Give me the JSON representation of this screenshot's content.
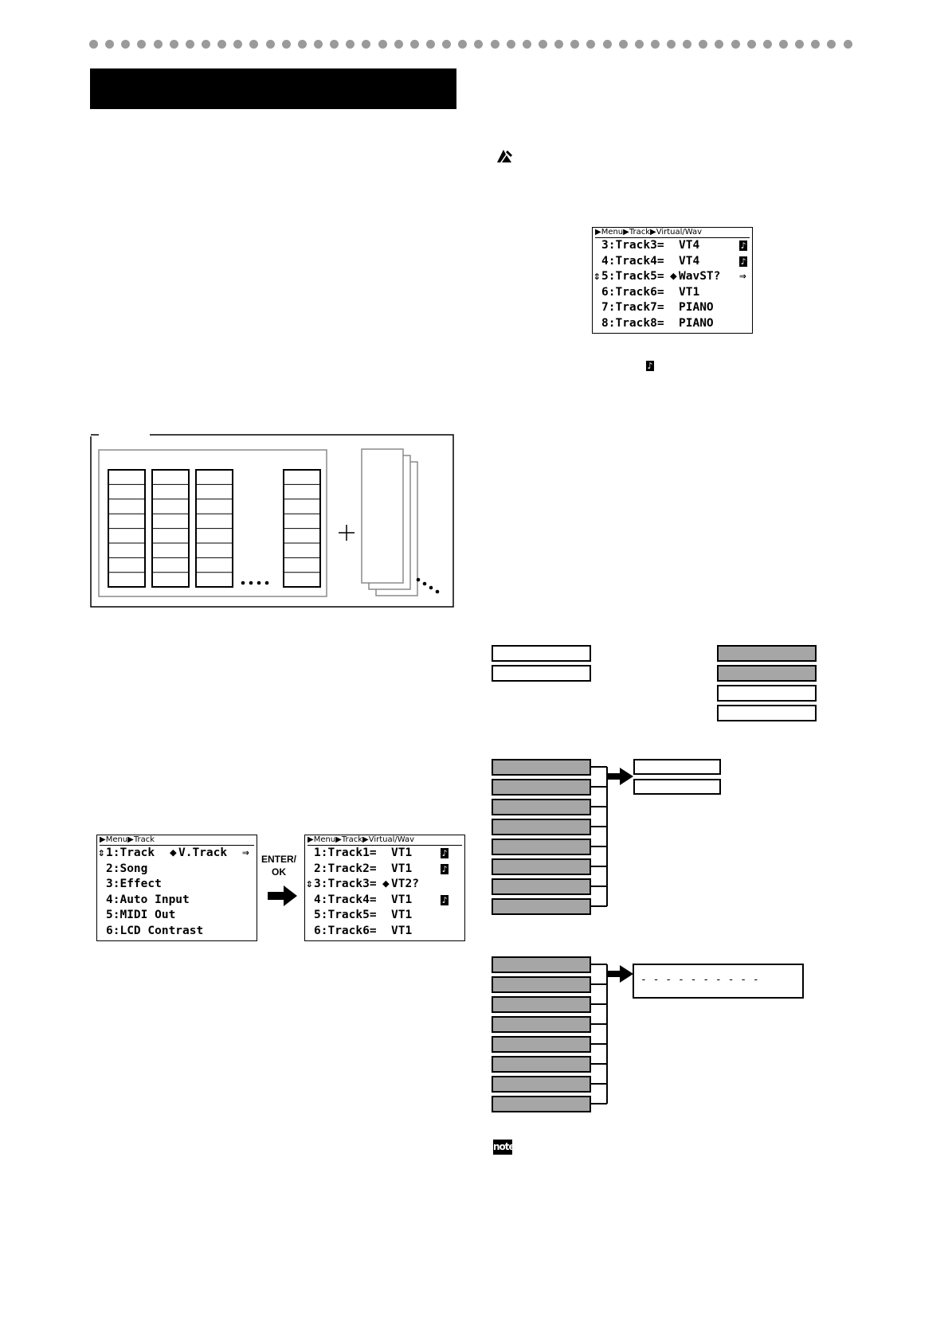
{
  "header": {
    "dot_count": 48
  },
  "lcd_screen_top": {
    "breadcrumb": "▶Menu▶Track▶Virtual/Wav",
    "rows": [
      {
        "marker": "",
        "label": "3:Track3=",
        "value": "VT4",
        "sel": "",
        "suffix": "♪"
      },
      {
        "marker": "",
        "label": "4:Track4=",
        "value": "VT4",
        "sel": "",
        "suffix": "♪"
      },
      {
        "marker": "⇕",
        "label": "5:Track5=",
        "value": "WavST?",
        "sel": "◆",
        "suffix": "⇒"
      },
      {
        "marker": "",
        "label": "6:Track6=",
        "value": "VT1",
        "sel": "",
        "suffix": ""
      },
      {
        "marker": "",
        "label": "7:Track7=",
        "value": "PIANO",
        "sel": "",
        "suffix": ""
      },
      {
        "marker": "",
        "label": "8:Track8=",
        "value": "PIANO",
        "sel": "",
        "suffix": ""
      }
    ]
  },
  "inline_note_glyph": "♪",
  "lcd_screen_menu": {
    "breadcrumb": "▶Menu▶Track",
    "rows": [
      {
        "marker": "⇕",
        "label": "1:Track",
        "value": "V.Track",
        "sel": "◆",
        "suffix": "⇒"
      },
      {
        "marker": "",
        "label": "2:Song",
        "value": "",
        "sel": "",
        "suffix": ""
      },
      {
        "marker": "",
        "label": "3:Effect",
        "value": "",
        "sel": "",
        "suffix": ""
      },
      {
        "marker": "",
        "label": "4:Auto Input",
        "value": "",
        "sel": "",
        "suffix": ""
      },
      {
        "marker": "",
        "label": "5:MIDI Out",
        "value": "",
        "sel": "",
        "suffix": ""
      },
      {
        "marker": "",
        "label": "6:LCD Contrast",
        "value": "",
        "sel": "",
        "suffix": ""
      }
    ]
  },
  "enter_label": {
    "line1": "ENTER/",
    "line2": "OK"
  },
  "lcd_screen_virtual": {
    "breadcrumb": "▶Menu▶Track▶Virtual/Wav",
    "rows": [
      {
        "marker": "",
        "label": "1:Track1=",
        "value": "VT1",
        "sel": "",
        "suffix": "♪"
      },
      {
        "marker": "",
        "label": "2:Track2=",
        "value": "VT1",
        "sel": "",
        "suffix": "♪"
      },
      {
        "marker": "⇕",
        "label": "3:Track3=",
        "value": "VT2?",
        "sel": "◆",
        "suffix": ""
      },
      {
        "marker": "",
        "label": "4:Track4=",
        "value": "VT1",
        "sel": "",
        "suffix": "♪"
      },
      {
        "marker": "",
        "label": "5:Track5=",
        "value": "VT1",
        "sel": "",
        "suffix": ""
      },
      {
        "marker": "",
        "label": "6:Track6=",
        "value": "VT1",
        "sel": "",
        "suffix": ""
      }
    ]
  },
  "wave_diagram": {
    "dashes": "- - - - - - - - - -"
  },
  "note_badge": "note",
  "colors": {
    "gray_fill": "#a6a6a6",
    "dot_gray": "#9a9a9a"
  }
}
